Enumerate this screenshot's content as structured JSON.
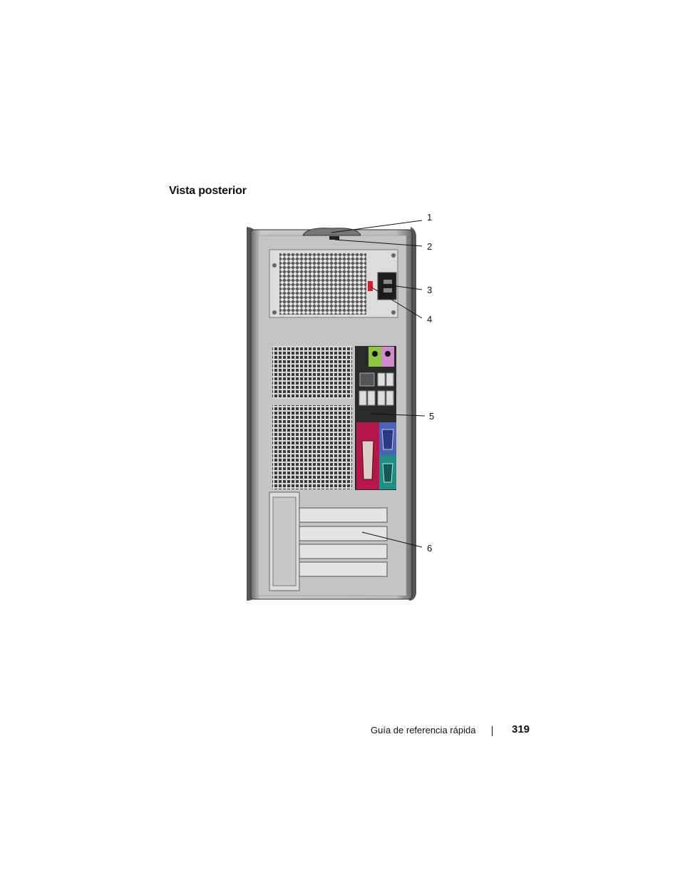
{
  "section": {
    "title": "Vista posterior"
  },
  "figure": {
    "icon": "computer-tower-rear-view",
    "callouts": [
      "1",
      "2",
      "3",
      "4",
      "5",
      "6"
    ]
  },
  "footer": {
    "guide_title": "Guía de referencia rápida",
    "page_number": "319"
  }
}
